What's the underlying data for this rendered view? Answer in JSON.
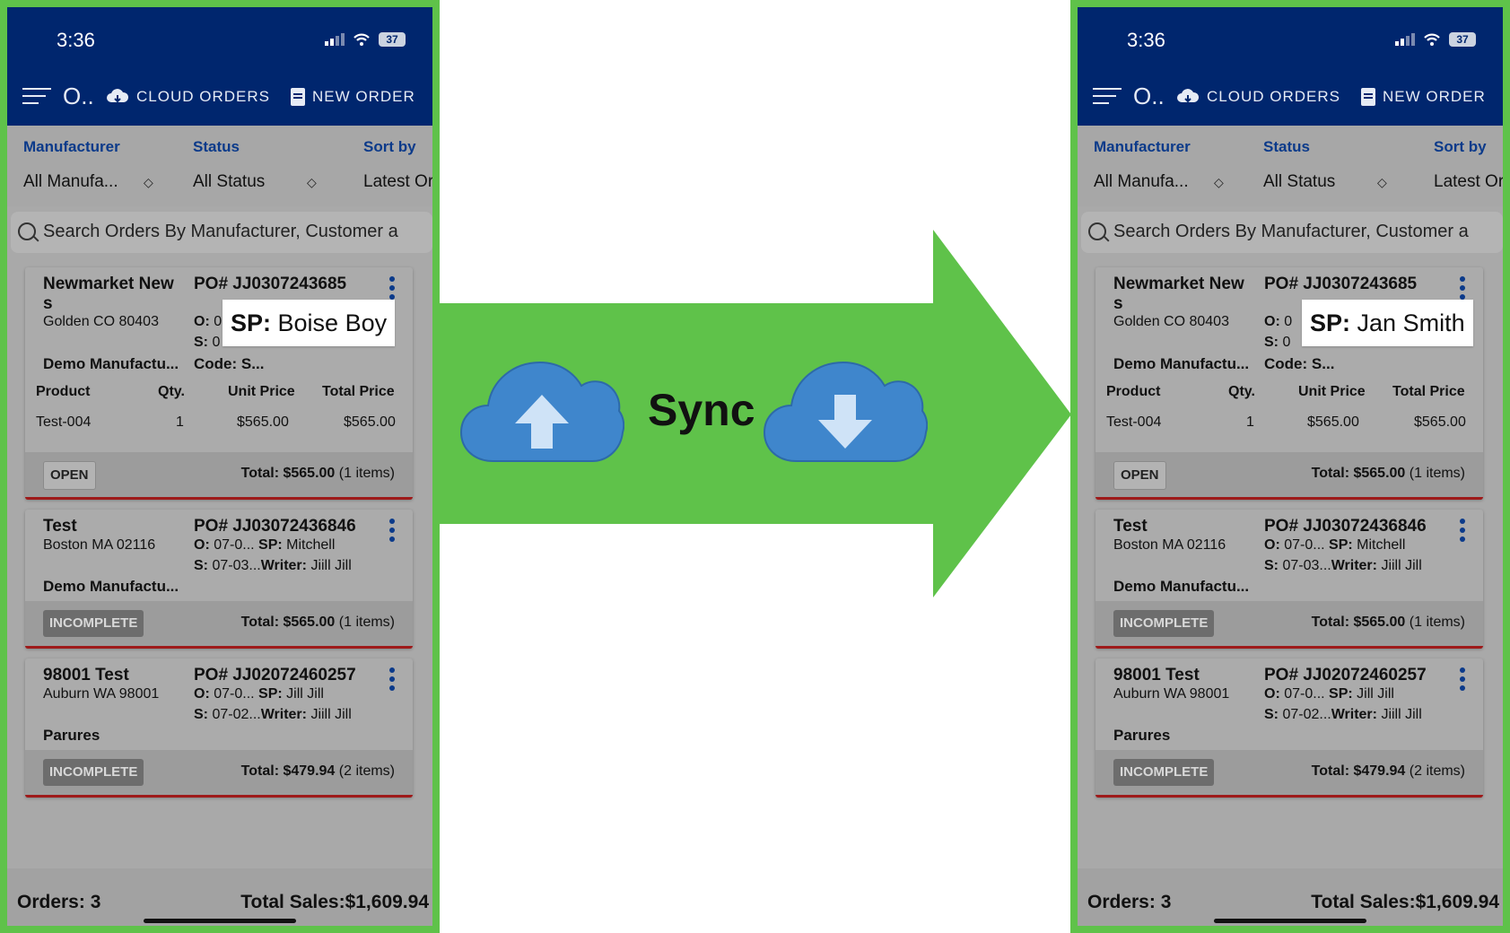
{
  "colors": {
    "frame": "#5fc24a",
    "header": "#00266e",
    "accent": "#0b3a8a",
    "cloud": "#3f86cc",
    "cloud_arrow": "#cfe3f7"
  },
  "sync": {
    "label": "Sync"
  },
  "phones": [
    {
      "status_bar": {
        "time": "3:36",
        "battery": "37"
      },
      "toolbar": {
        "title": "O..",
        "cloud_orders": "CLOUD ORDERS",
        "new_order": "NEW ORDER"
      },
      "filters": {
        "manufacturer": {
          "label": "Manufacturer",
          "value": "All Manufa..."
        },
        "status": {
          "label": "Status",
          "value": "All Status"
        },
        "sort": {
          "label": "Sort by",
          "value": "Latest Or"
        }
      },
      "search": {
        "placeholder": "Search Orders By Manufacturer, Customer a"
      },
      "orders": [
        {
          "customer": "Newmarket New s",
          "city": "Golden CO 80403",
          "manufacturer": "Demo Manufactu...",
          "po": "PO# JJ0307243685",
          "line1_label": "O:",
          "line1": "0",
          "line2_label": "S:",
          "line2": "0",
          "code_label": "Code:",
          "code": "S...",
          "products": {
            "headers": [
              "Product",
              "Qty.",
              "Unit Price",
              "Total Price"
            ],
            "rows": [
              [
                "Test-004",
                "1",
                "$565.00",
                "$565.00"
              ]
            ]
          },
          "status": "OPEN",
          "total_label": "Total: $565.00",
          "total_items": "(1 items)"
        },
        {
          "customer": "Test",
          "city": "Boston MA 02116",
          "manufacturer": "Demo Manufactu...",
          "po": "PO# JJ03072436846",
          "o_label": "O:",
          "o": "07-0...",
          "sp_label": "SP:",
          "sp": "Mitchell",
          "s_label": "S:",
          "s": "07-03...",
          "writer_label": "Writer:",
          "writer": "Jiill Jill",
          "status": "INCOMPLETE",
          "total_label": "Total: $565.00",
          "total_items": "(1 items)"
        },
        {
          "customer": "98001 Test",
          "city": "Auburn WA 98001",
          "manufacturer": "Parures",
          "po": "PO# JJ02072460257",
          "o_label": "O:",
          "o": "07-0...",
          "sp_label": "SP:",
          "sp": "Jill Jill",
          "s_label": "S:",
          "s": "07-02...",
          "writer_label": "Writer:",
          "writer": "Jiill Jill",
          "status": "INCOMPLETE",
          "total_label": "Total: $479.94",
          "total_items": "(2 items)"
        }
      ],
      "callout": {
        "label": "SP:",
        "value": "Boise Boy"
      },
      "footer": {
        "orders": "Orders: 3",
        "total_sales": "Total Sales:$1,609.94"
      }
    },
    {
      "status_bar": {
        "time": "3:36",
        "battery": "37"
      },
      "toolbar": {
        "title": "O..",
        "cloud_orders": "CLOUD ORDERS",
        "new_order": "NEW ORDER"
      },
      "filters": {
        "manufacturer": {
          "label": "Manufacturer",
          "value": "All Manufa..."
        },
        "status": {
          "label": "Status",
          "value": "All Status"
        },
        "sort": {
          "label": "Sort by",
          "value": "Latest Or"
        }
      },
      "search": {
        "placeholder": "Search Orders By Manufacturer, Customer a"
      },
      "orders": [
        {
          "customer": "Newmarket New s",
          "city": "Golden CO 80403",
          "manufacturer": "Demo Manufactu...",
          "po": "PO# JJ0307243685",
          "line1_label": "O:",
          "line1": "0",
          "line2_label": "S:",
          "line2": "0",
          "code_label": "Code:",
          "code": "S...",
          "products": {
            "headers": [
              "Product",
              "Qty.",
              "Unit Price",
              "Total Price"
            ],
            "rows": [
              [
                "Test-004",
                "1",
                "$565.00",
                "$565.00"
              ]
            ]
          },
          "status": "OPEN",
          "total_label": "Total: $565.00",
          "total_items": "(1 items)"
        },
        {
          "customer": "Test",
          "city": "Boston MA 02116",
          "manufacturer": "Demo Manufactu...",
          "po": "PO# JJ03072436846",
          "o_label": "O:",
          "o": "07-0...",
          "sp_label": "SP:",
          "sp": "Mitchell",
          "s_label": "S:",
          "s": "07-03...",
          "writer_label": "Writer:",
          "writer": "Jiill Jill",
          "status": "INCOMPLETE",
          "total_label": "Total: $565.00",
          "total_items": "(1 items)"
        },
        {
          "customer": "98001 Test",
          "city": "Auburn WA 98001",
          "manufacturer": "Parures",
          "po": "PO# JJ02072460257",
          "o_label": "O:",
          "o": "07-0...",
          "sp_label": "SP:",
          "sp": "Jill Jill",
          "s_label": "S:",
          "s": "07-02...",
          "writer_label": "Writer:",
          "writer": "Jiill Jill",
          "status": "INCOMPLETE",
          "total_label": "Total: $479.94",
          "total_items": "(2 items)"
        }
      ],
      "callout": {
        "label": "SP:",
        "value": "Jan Smith"
      },
      "footer": {
        "orders": "Orders: 3",
        "total_sales": "Total Sales:$1,609.94"
      }
    }
  ]
}
